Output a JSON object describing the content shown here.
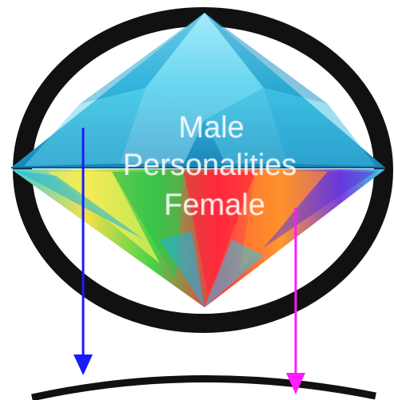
{
  "diagram": {
    "labels": {
      "male": "Male",
      "personalities": "Personalities",
      "female": "Female"
    },
    "colors": {
      "ring": "#111111",
      "male_arrow": "#1a1aff",
      "female_arrow": "#ff1aff",
      "gem_top": "#3fc6e8",
      "gem_bottom_accent": "#ff3344"
    },
    "icons": {
      "gem": "diamond-icon",
      "male_arrow": "arrow-down-icon",
      "female_arrow": "arrow-down-icon"
    }
  }
}
